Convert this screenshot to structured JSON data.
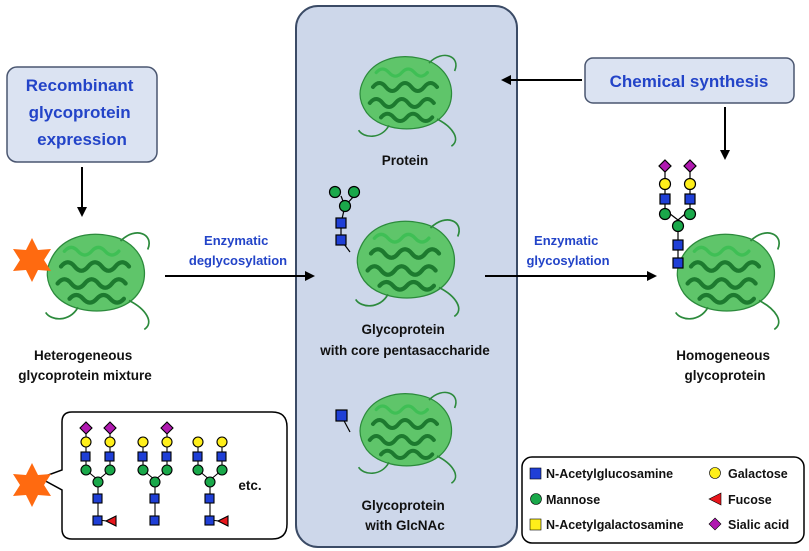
{
  "boxes": {
    "recombinant": [
      "Recombinant",
      "glycoprotein",
      "expression"
    ],
    "chemical": "Chemical synthesis"
  },
  "steps": {
    "deglycosylation": [
      "Enzymatic",
      "deglycosylation"
    ],
    "glycosylation": [
      "Enzymatic",
      "glycosylation"
    ]
  },
  "captions": {
    "heterogeneous": [
      "Heterogeneous",
      "glycoprotein mixture"
    ],
    "protein": "Protein",
    "core": [
      "Glycoprotein",
      "with core pentasaccharide"
    ],
    "glcnac": [
      "Glycoprotein",
      "with GlcNAc"
    ],
    "homogeneous": [
      "Homogeneous",
      "glycoprotein"
    ]
  },
  "callout": {
    "etc": "etc."
  },
  "legend": [
    {
      "label": "N-Acetylglucosamine",
      "shape": "square",
      "color": "#1f3fd6"
    },
    {
      "label": "Galactose",
      "shape": "circle",
      "color": "#ffef1a"
    },
    {
      "label": "Mannose",
      "shape": "circle",
      "color": "#1aa84a"
    },
    {
      "label": "Fucose",
      "shape": "triangle",
      "color": "#e8161c"
    },
    {
      "label": "N-Acetylgalactosamine",
      "shape": "square",
      "color": "#ffef1a"
    },
    {
      "label": "Sialic acid",
      "shape": "diamond",
      "color": "#b019b0"
    }
  ],
  "colors": {
    "accent_text": "#2344c8",
    "panel_fill": "#cdd7ea",
    "box_fill": "#dbe3f2",
    "protein_green": "#2fb24a",
    "star_orange": "#ff6a10"
  }
}
